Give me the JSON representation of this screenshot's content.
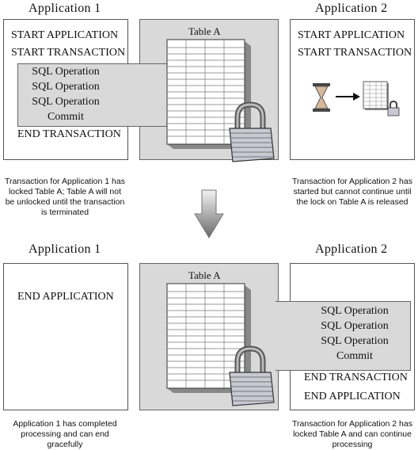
{
  "top": {
    "app1": {
      "heading": "Application 1",
      "start_application": "START APPLICATION",
      "start_transaction": "START TRANSACTION",
      "operations": [
        "SQL Operation",
        "SQL Operation",
        "SQL Operation",
        "Commit"
      ],
      "end_transaction": "END TRANSACTION",
      "caption": "Transaction for Application 1 has locked Table A; Table A will not be unlocked until the transaction is terminated"
    },
    "table": {
      "title": "Table A"
    },
    "app2": {
      "heading": "Application 2",
      "start_application": "START APPLICATION",
      "start_transaction": "START TRANSACTION",
      "caption": "Transaction for Application 2 has started but cannot continue until the lock on Table A is released"
    }
  },
  "bottom": {
    "app1": {
      "heading": "Application 1",
      "end_application": "END APPLICATION",
      "caption": "Application 1 has completed processing and can end gracefully"
    },
    "table": {
      "title": "Table A"
    },
    "app2": {
      "heading": "Application 2",
      "operations": [
        "SQL Operation",
        "SQL Operation",
        "SQL Operation",
        "Commit"
      ],
      "end_transaction": "END TRANSACTION",
      "end_application": "END APPLICATION",
      "caption": "Transaction for Application 2 has locked Table A and can continue processing"
    }
  },
  "colors": {
    "panel_grey": "#d9d9d9",
    "border": "#555555"
  },
  "icons": [
    "hourglass-icon",
    "arrow-right-icon",
    "padlock-icon",
    "table-grid-icon",
    "down-arrow-icon"
  ]
}
